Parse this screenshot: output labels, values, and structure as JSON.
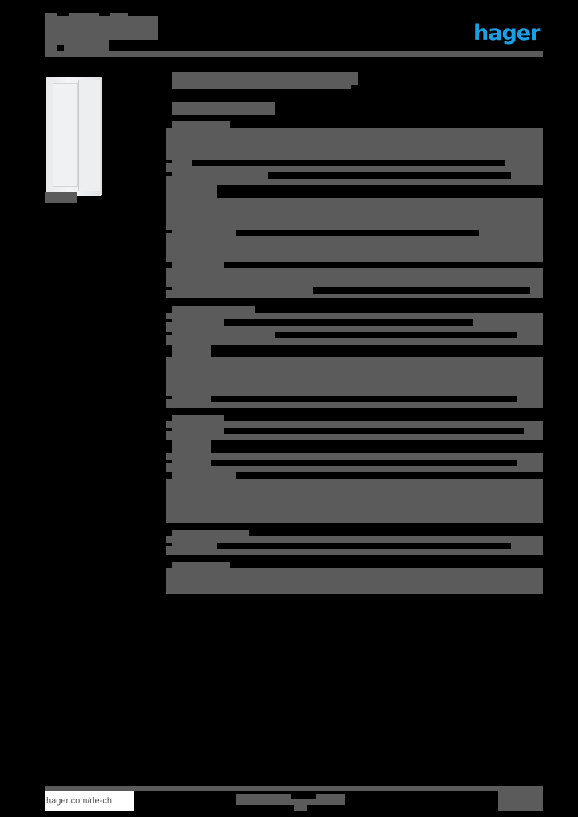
{
  "header": {
    "title_redacted": true,
    "subtitle_redacted": true,
    "brand_logo": "hager",
    "brand_color": "#1aa0e6"
  },
  "product_image": {
    "alt": "standing enclosure cabinet with open door",
    "caption_redacted": true
  },
  "main": {
    "title_redacted": true,
    "subtitle_redacted": true,
    "sections": [
      {
        "heading_redacted": true,
        "rows": 8
      },
      {
        "heading_redacted": true,
        "rows": 5
      },
      {
        "heading_redacted": true,
        "rows": 5
      },
      {
        "heading_redacted": true,
        "rows": 2
      },
      {
        "heading_redacted": true,
        "rows": 1
      }
    ]
  },
  "footer": {
    "url": "hager.com/de-ch",
    "center_redacted": true,
    "page_redacted": true
  }
}
